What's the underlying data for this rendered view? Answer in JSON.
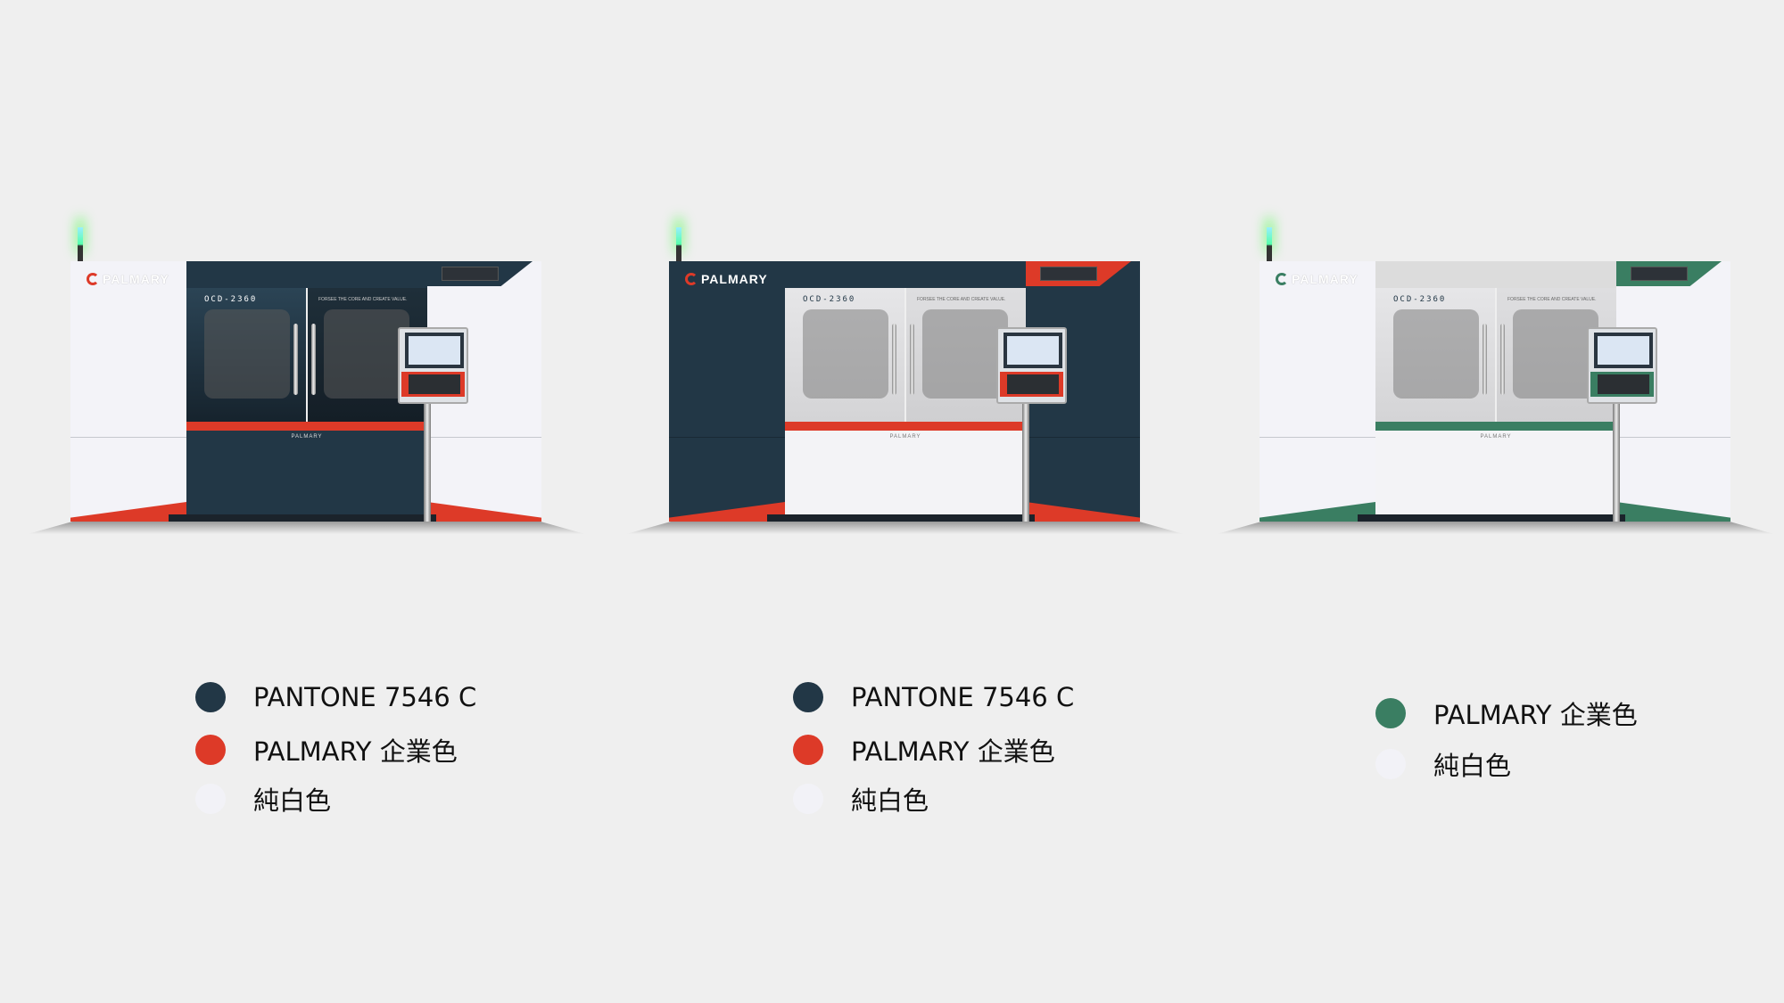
{
  "colors": {
    "navy": "#223746",
    "red": "#dd3a28",
    "white": "#f2f2f7",
    "green": "#3a7e62",
    "grey": "#dcdcdc"
  },
  "machines": [
    {
      "brand": "PALMARY",
      "model": "OCD-2360",
      "slogan": "FORSEE THE CORE AND CREATE VALUE.",
      "base_label": "PALMARY"
    },
    {
      "brand": "PALMARY",
      "model": "OCD-2360",
      "slogan": "FORSEE THE CORE AND CREATE VALUE.",
      "base_label": "PALMARY"
    },
    {
      "brand": "PALMARY",
      "model": "OCD-2360",
      "slogan": "FORSEE THE CORE AND CREATE VALUE.",
      "base_label": "PALMARY"
    }
  ],
  "legends": [
    {
      "items": [
        {
          "label": "PANTONE 7546 C",
          "color": "#223746"
        },
        {
          "label": "PALMARY 企業色",
          "color": "#dd3a28"
        },
        {
          "label": "純白色",
          "color": "#f2f2f7"
        }
      ]
    },
    {
      "items": [
        {
          "label": "PANTONE 7546 C",
          "color": "#223746"
        },
        {
          "label": "PALMARY 企業色",
          "color": "#dd3a28"
        },
        {
          "label": "純白色",
          "color": "#f2f2f7"
        }
      ]
    },
    {
      "items": [
        {
          "label": "PALMARY 企業色",
          "color": "#3a7e62"
        },
        {
          "label": "純白色",
          "color": "#f2f2f7"
        }
      ]
    }
  ]
}
